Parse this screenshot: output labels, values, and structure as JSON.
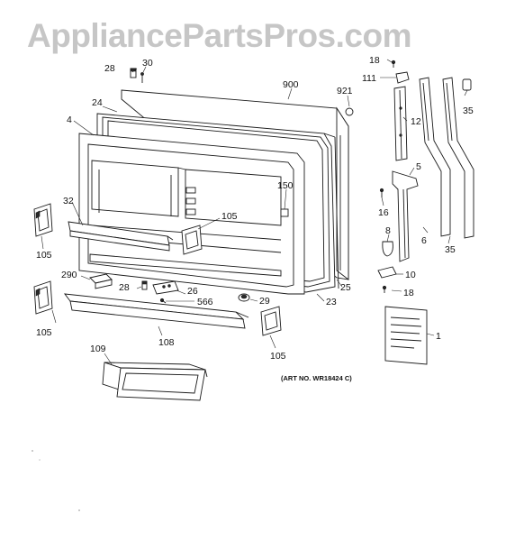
{
  "watermark": "AppliancePartsPros.com",
  "art_number": "(ART NO. WR18424 C)",
  "callouts": {
    "c28a": "28",
    "c30": "30",
    "c900": "900",
    "c921": "921",
    "c18a": "18",
    "c111": "111",
    "c35a": "35",
    "c24": "24",
    "c4": "4",
    "c12": "12",
    "c5": "5",
    "c150": "150",
    "c16": "16",
    "c32": "32",
    "c105a": "105",
    "c105b": "105",
    "c8": "8",
    "c6": "6",
    "c35b": "35",
    "c290": "290",
    "c28b": "28",
    "c26": "26",
    "c10": "10",
    "c25": "25",
    "c18b": "18",
    "c566": "566",
    "c29": "29",
    "c23": "23",
    "c105c": "105",
    "c108": "108",
    "c1": "1",
    "c109": "109",
    "c105d": "105"
  }
}
